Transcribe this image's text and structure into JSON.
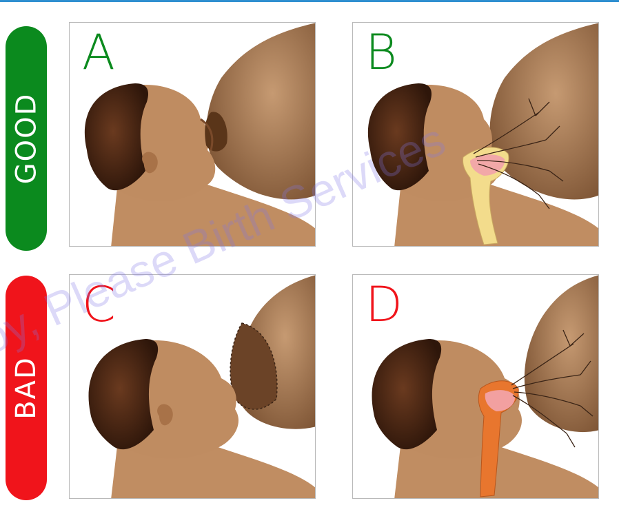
{
  "labels": {
    "good": "GOOD",
    "bad": "BAD"
  },
  "panels": [
    {
      "letter": "A"
    },
    {
      "letter": "B"
    },
    {
      "letter": "C"
    },
    {
      "letter": "D"
    }
  ],
  "watermark": "oy, Please Birth Services",
  "colors": {
    "good": "#0b8a1e",
    "bad": "#f0141b",
    "skin": "#bf8c61",
    "hair": "#4a2614",
    "breast": "#9a6b45",
    "throat_good": "#f3dc8c",
    "throat_bad": "#e8762e"
  }
}
